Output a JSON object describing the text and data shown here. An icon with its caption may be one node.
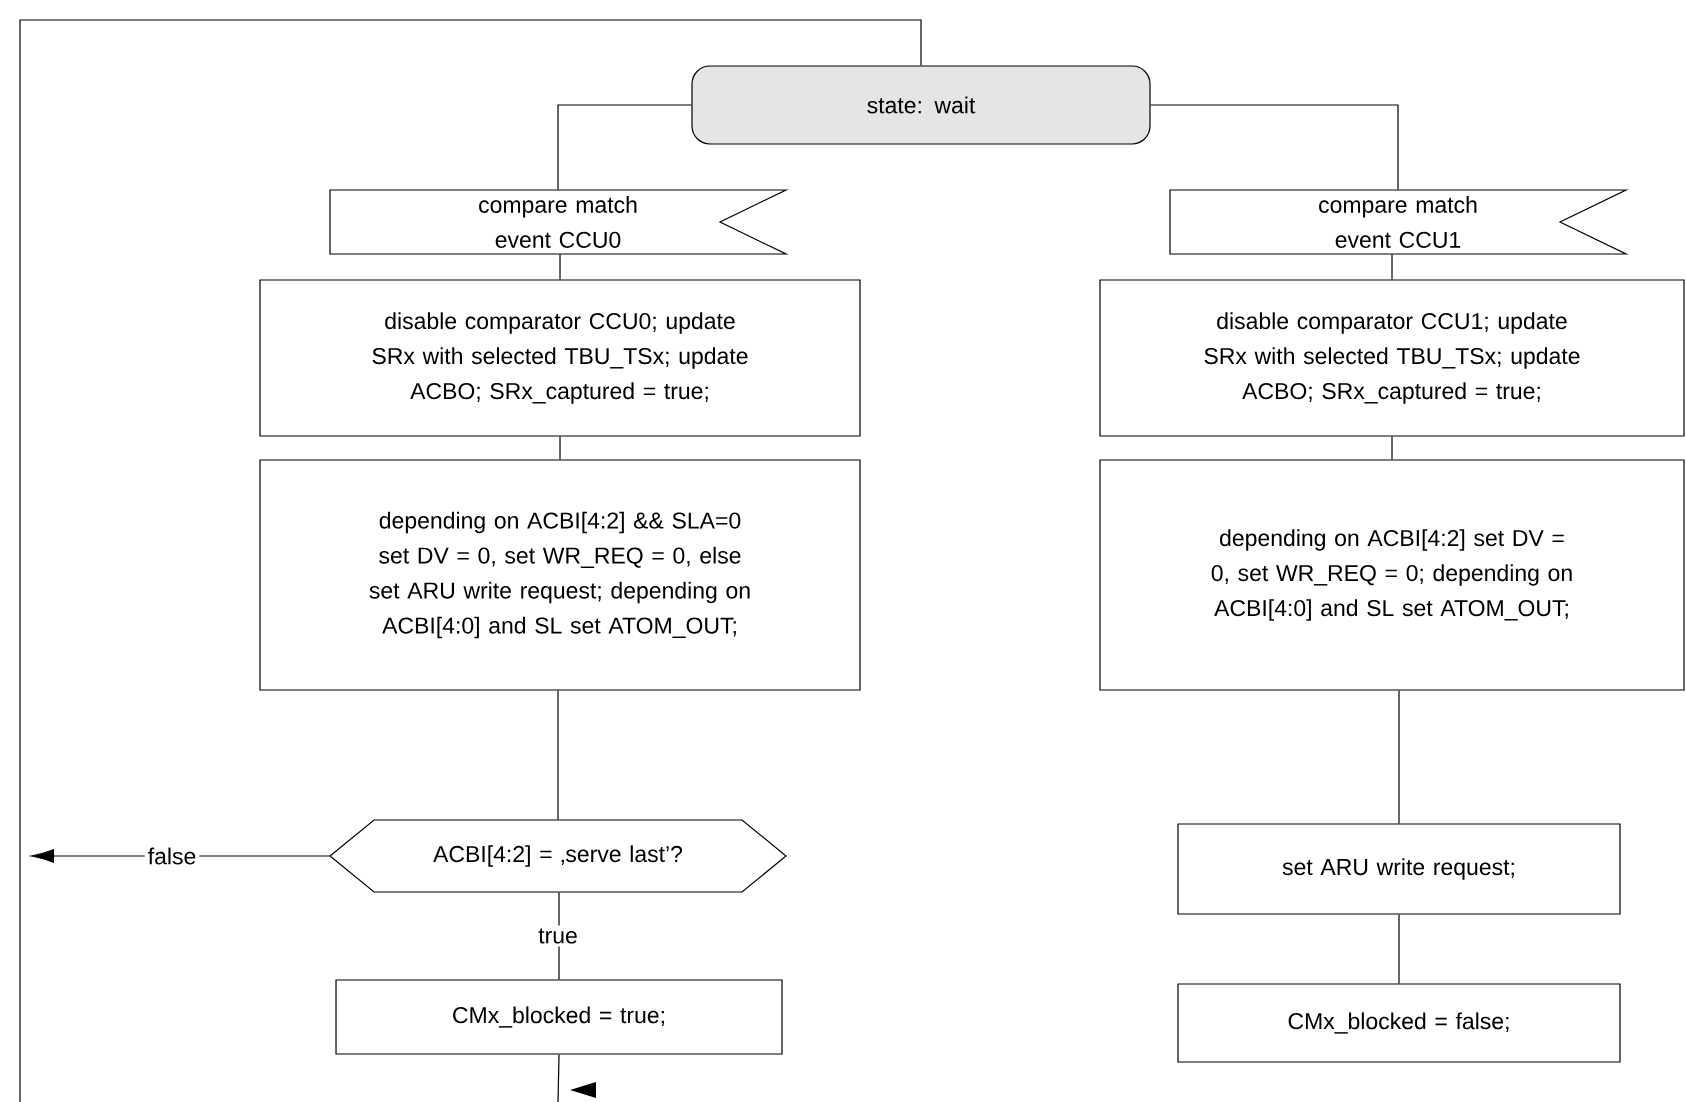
{
  "diagram": {
    "nodes": [
      {
        "text": [
          "state: wait"
        ]
      },
      {
        "text": [
          "compare match event CCU0"
        ]
      },
      {
        "text": [
          "disable comparator CCU0; update SRx with selected TBU_TSx; update ACBO; SRx_captured = true;"
        ]
      },
      {
        "text": [
          "depending on ACBI[4:2] && SLA=0 set DV = 0, set WR_REQ = 0, else set ARU write request; depending on ACBI[4:0] and SL set ATOM_OUT;"
        ]
      },
      {
        "text": [
          "ACBI[4:2] = ‚serve last’?"
        ]
      },
      {
        "text": [
          "CMx_blocked = true;"
        ]
      },
      {
        "text": [
          "compare match event CCU1"
        ]
      },
      {
        "text": [
          "disable comparator CCU1; update SRx with selected TBU_TSx; update ACBO; SRx_captured = true;"
        ]
      },
      {
        "text": [
          "depending on ACBI[4:2] set DV = 0, set WR_REQ = 0; depending on ACBI[4:0] and SL set ATOM_OUT;"
        ]
      },
      {
        "text": [
          "set ARU write request;"
        ]
      },
      {
        "text": [
          "CMx_blocked = false;"
        ]
      }
    ],
    "edges": [
      {
        "from": 0,
        "to": 1,
        "arrow": "none"
      },
      {
        "from": 1,
        "to": 2,
        "arrow": "none"
      },
      {
        "from": 2,
        "to": 3,
        "arrow": "none"
      },
      {
        "from": 3,
        "to": 4,
        "arrow": "none"
      },
      {
        "from": 4,
        "to": 5,
        "arrow": "none",
        "label": "true"
      },
      {
        "from": 4,
        "to": null,
        "arrow": "to",
        "label": "false"
      },
      {
        "from": 5,
        "to": null,
        "arrow": "none"
      },
      {
        "from": null,
        "to": 0,
        "arrow": "none"
      },
      {
        "from": 0,
        "to": 6,
        "arrow": "none"
      },
      {
        "from": 6,
        "to": 7,
        "arrow": "none"
      },
      {
        "from": 7,
        "to": 8,
        "arrow": "none"
      },
      {
        "from": 8,
        "to": 9,
        "arrow": "none"
      },
      {
        "from": 9,
        "to": 10,
        "arrow": "none"
      }
    ]
  }
}
